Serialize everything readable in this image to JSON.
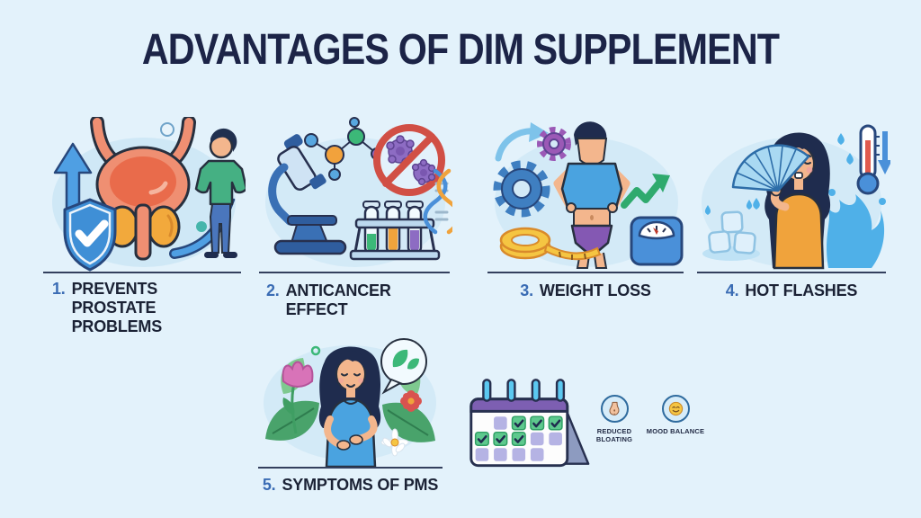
{
  "title": "ADVANTAGES OF DIM SUPPLEMENT",
  "items": [
    {
      "number": "1.",
      "label": "PREVENTS PROSTATE PROBLEMS",
      "illustration": "prostate-health"
    },
    {
      "number": "2.",
      "label": "ANTICANCER EFFECT",
      "illustration": "lab-anticancer"
    },
    {
      "number": "3.",
      "label": "WEIGHT LOSS",
      "illustration": "weight-loss-figure"
    },
    {
      "number": "4.",
      "label": "HOT FLASHES",
      "illustration": "woman-with-fan"
    },
    {
      "number": "5.",
      "label": "SYMPTOMS OF PMS",
      "illustration": "calm-woman-flowers"
    }
  ],
  "badges": [
    {
      "label": "REDUCED BLOATING",
      "icon": "belly-icon"
    },
    {
      "label": "MOOD BALANCE",
      "icon": "smiley-icon"
    }
  ],
  "calendar": {
    "icon": "period-calendar",
    "checked_days": 6,
    "rows": [
      [
        "plain",
        "check",
        "check",
        "check"
      ],
      [
        "check",
        "check",
        "check",
        "plain",
        "plain"
      ],
      [
        "plain",
        "plain",
        "plain",
        "plain"
      ]
    ]
  },
  "colors": {
    "background": "#e3f2fb",
    "blob": "#cfe8f6",
    "title": "#1c2447",
    "number": "#3a6cb4",
    "label": "#1b2235",
    "outline": "#27303f",
    "accent_blue": "#4a90d9",
    "accent_green": "#3cb878",
    "accent_orange": "#f0a33c",
    "accent_red": "#d14f45",
    "accent_purple": "#8d6cc3",
    "skin": "#f3b68d"
  }
}
